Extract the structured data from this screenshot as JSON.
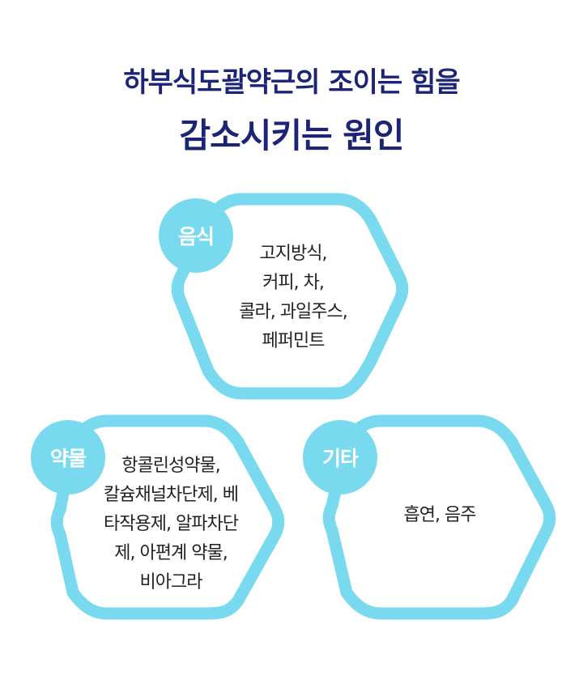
{
  "title": {
    "line1": "하부식도괄약근의 조이는 힘을",
    "line2": "감소시키는 원인"
  },
  "colors": {
    "title": "#1c2476",
    "accent": "#79d9ef",
    "text": "#222222"
  },
  "categories": {
    "food": {
      "label": "음식",
      "lines": [
        "고지방식,",
        "커피, 차,",
        "콜라, 과일주스,",
        "페퍼민트"
      ]
    },
    "drug": {
      "label": "약물",
      "lines": [
        "항콜린성약물,",
        "칼슘채널차단제, 베",
        "타작용제, 알파차단",
        "제, 아편계 약물,",
        "비아그라"
      ]
    },
    "etc": {
      "label": "기타",
      "lines": [
        "흡연, 음주"
      ]
    }
  }
}
